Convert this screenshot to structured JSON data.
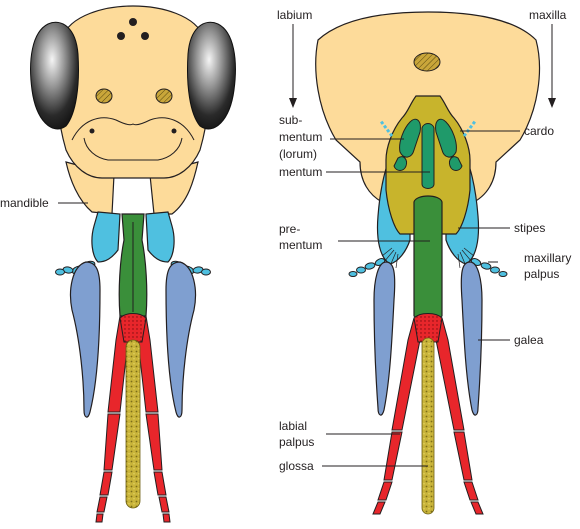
{
  "colors": {
    "head": "#fddb9a",
    "eye": "#2b2b2b",
    "mandible_maxilla": "#4fc0e0",
    "galea": "#7f9fd0",
    "prementum": "#3a8f3a",
    "labial_palpus": "#e8262b",
    "glossa": "#c9b43a",
    "submentum": "#c8b42c",
    "cardo_green": "#1f9a6a",
    "outline": "#231f20"
  },
  "labels": {
    "mandible": "mandible",
    "labium": "labium",
    "maxilla": "maxilla",
    "submentum_1": "sub-",
    "submentum_2": "mentum",
    "submentum_3": "(lorum)",
    "cardo": "cardo",
    "mentum": "mentum",
    "stipes": "stipes",
    "prementum_1": "pre-",
    "prementum_2": "mentum",
    "maxillary_palpus_1": "maxillary",
    "maxillary_palpus_2": "palpus",
    "galea": "galea",
    "labial_palpus_1": "labial",
    "labial_palpus_2": "palpus",
    "glossa": "glossa"
  }
}
